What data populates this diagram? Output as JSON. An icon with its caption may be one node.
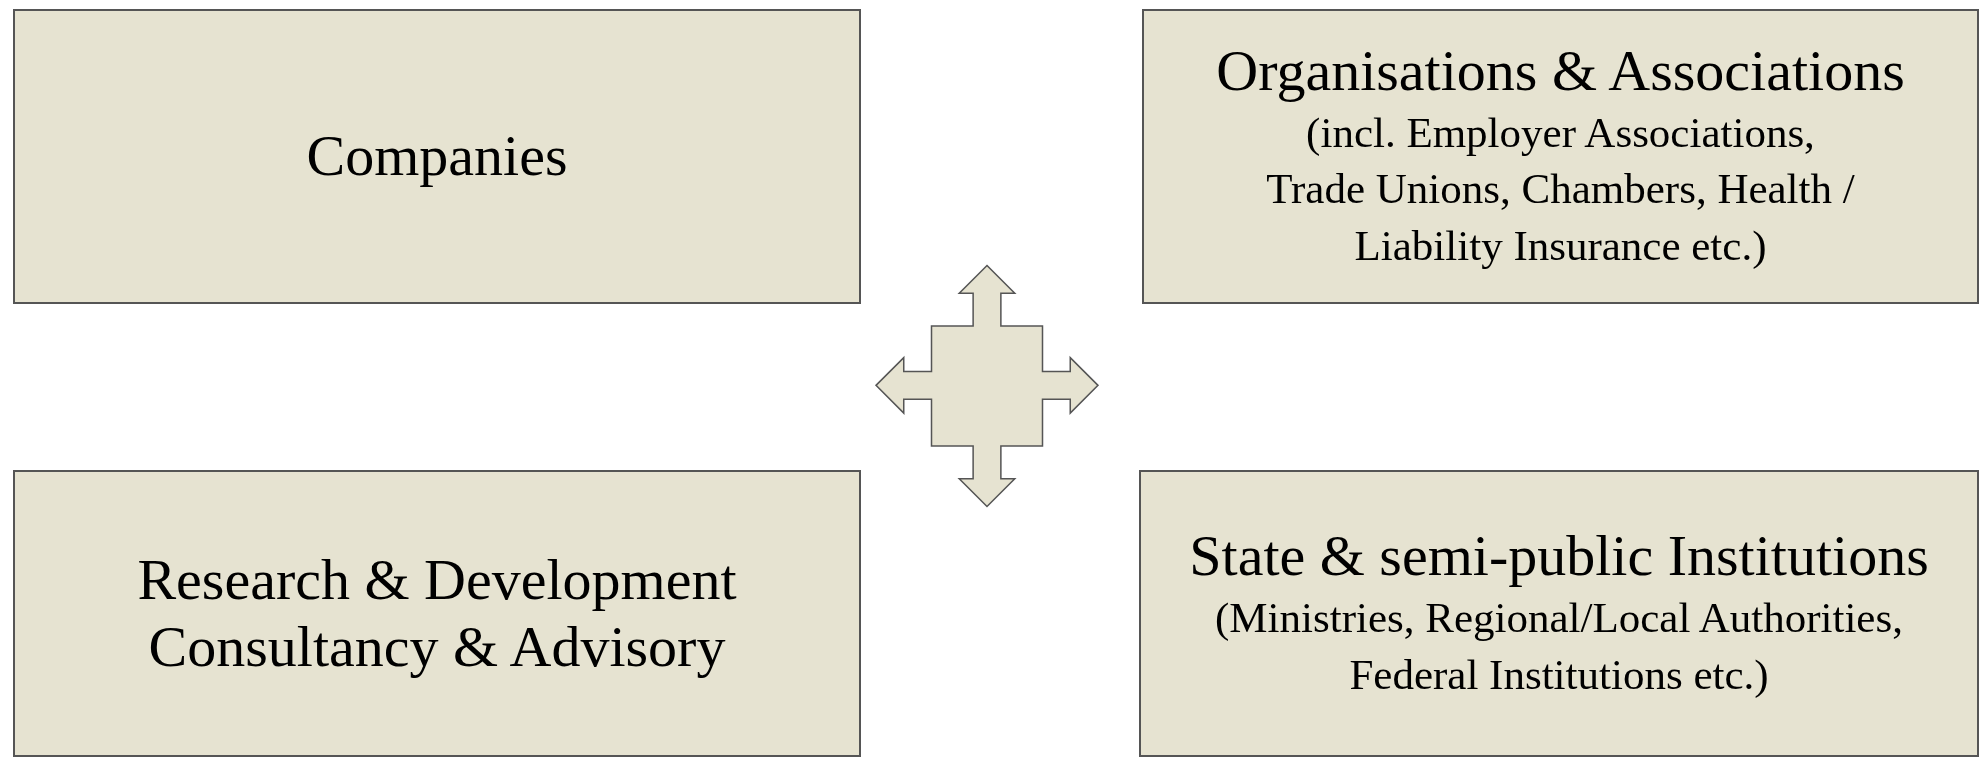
{
  "diagram": {
    "nodes": [
      {
        "text": [
          "Companies"
        ]
      },
      {
        "text": [
          "Organisations & Associations",
          "(incl. Employer Associations, Trade Unions, Chambers, Health / Liability Insurance etc.)"
        ]
      },
      {
        "text": [
          "Research & Development",
          "Consultancy & Advisory"
        ]
      },
      {
        "text": [
          "State & semi-public Institutions",
          "(Ministries, Regional/Local Authorities, Federal Institutions etc.)"
        ]
      },
      {
        "text": [],
        "shape": "arrow"
      }
    ]
  }
}
